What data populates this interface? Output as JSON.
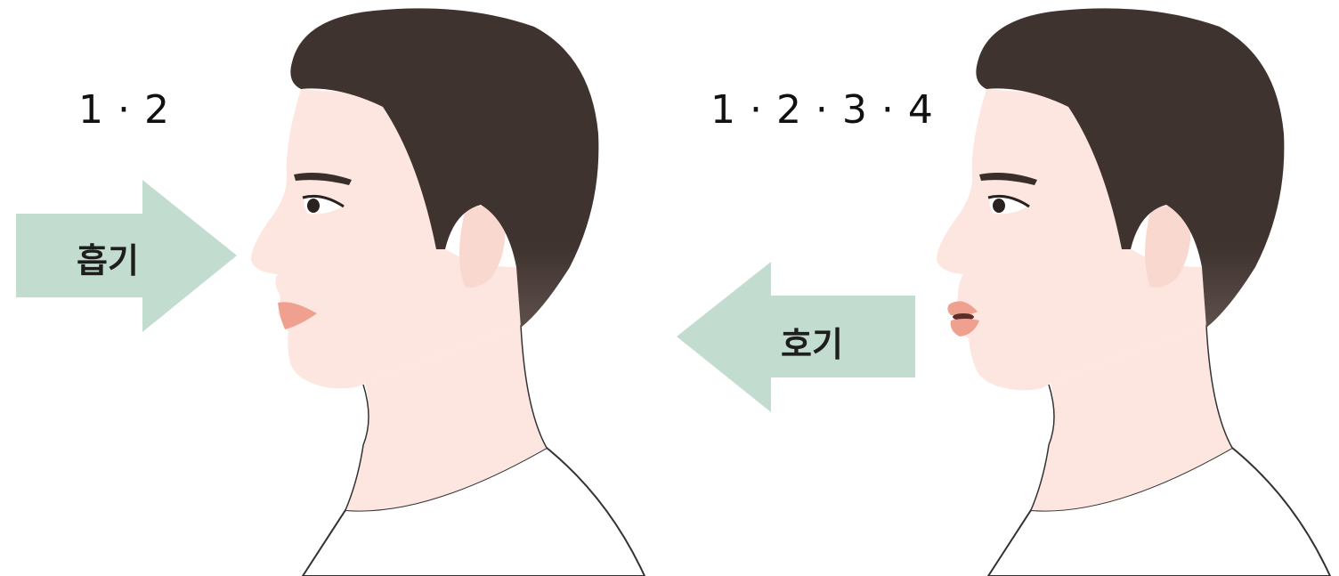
{
  "panels": [
    {
      "count": "1 · 2",
      "arrow_label": "흡기",
      "direction": "inhale-toward-nose"
    },
    {
      "count": "1 · 2 · 3 · 4",
      "arrow_label": "호기",
      "direction": "exhale-from-mouth"
    }
  ],
  "colors": {
    "arrow": "#c3dcd0",
    "hair": "#3f3330",
    "skin": "#fde6df",
    "lips": "#f0a08f",
    "outline": "#333333"
  }
}
